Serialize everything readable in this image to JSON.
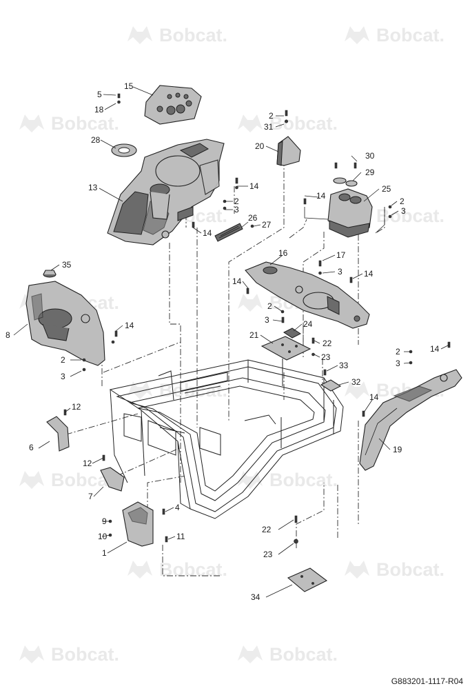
{
  "watermark": {
    "text": "Bobcat.",
    "color": "#e9e9e9",
    "icon": "bobcat-logo-icon"
  },
  "drawing_ref": "G883201-1117-R04",
  "callouts": [
    {
      "label": "15"
    },
    {
      "label": "5"
    },
    {
      "label": "18"
    },
    {
      "label": "28"
    },
    {
      "label": "13"
    },
    {
      "label": "14"
    },
    {
      "label": "2"
    },
    {
      "label": "3"
    },
    {
      "label": "26"
    },
    {
      "label": "27"
    },
    {
      "label": "14"
    },
    {
      "label": "2"
    },
    {
      "label": "31"
    },
    {
      "label": "20"
    },
    {
      "label": "30"
    },
    {
      "label": "29"
    },
    {
      "label": "25"
    },
    {
      "label": "14"
    },
    {
      "label": "2"
    },
    {
      "label": "3"
    },
    {
      "label": "35"
    },
    {
      "label": "8"
    },
    {
      "label": "14"
    },
    {
      "label": "2"
    },
    {
      "label": "3"
    },
    {
      "label": "16"
    },
    {
      "label": "17"
    },
    {
      "label": "3"
    },
    {
      "label": "14"
    },
    {
      "label": "14"
    },
    {
      "label": "2"
    },
    {
      "label": "3"
    },
    {
      "label": "24"
    },
    {
      "label": "21"
    },
    {
      "label": "22"
    },
    {
      "label": "23"
    },
    {
      "label": "33"
    },
    {
      "label": "32"
    },
    {
      "label": "2"
    },
    {
      "label": "3"
    },
    {
      "label": "14"
    },
    {
      "label": "14"
    },
    {
      "label": "19"
    },
    {
      "label": "12"
    },
    {
      "label": "6"
    },
    {
      "label": "12"
    },
    {
      "label": "7"
    },
    {
      "label": "4"
    },
    {
      "label": "9"
    },
    {
      "label": "10"
    },
    {
      "label": "11"
    },
    {
      "label": "1"
    },
    {
      "label": "22"
    },
    {
      "label": "23"
    },
    {
      "label": "34"
    }
  ]
}
